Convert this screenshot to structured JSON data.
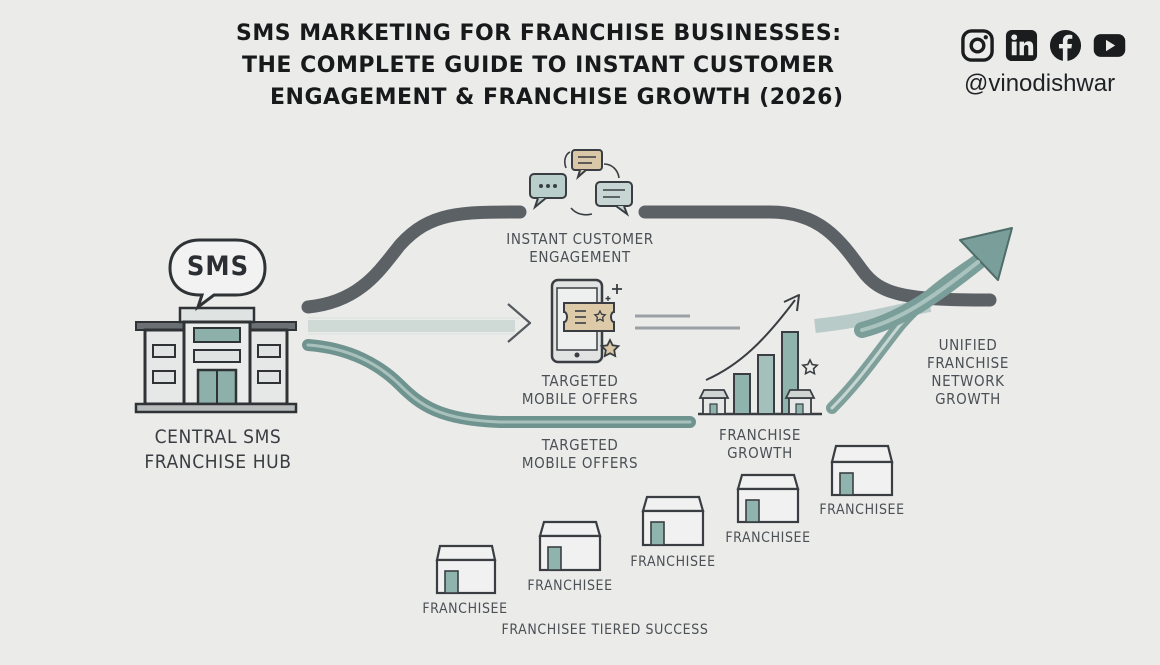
{
  "header": {
    "title_lines": [
      "SMS MARKETING FOR FRANCHISE BUSINESSES:",
      "THE COMPLETE GUIDE TO INSTANT CUSTOMER",
      "ENGAGEMENT & FRANCHISE GROWTH (2026)"
    ],
    "handle": "@vinodishwar",
    "social_icons": [
      "instagram-icon",
      "linkedin-icon",
      "facebook-icon",
      "youtube-icon"
    ]
  },
  "diagram": {
    "hub_bubble": "SMS",
    "hub_label": "CENTRAL SMS\nFRANCHISE HUB",
    "engagement_label": "INSTANT CUSTOMER\nENGAGEMENT",
    "offers_label_top": "TARGETED\nMOBILE OFFERS",
    "offers_label_bottom": "TARGETED\nMOBILE OFFERS",
    "growth_label": "FRANCHISE\nGROWTH",
    "network_label": "UNIFIED\nFRANCHISE\nNETWORK\nGROWTH",
    "franchisee_label": "FRANCHISEE",
    "tiered_label": "FRANCHISEE TIERED SUCCESS"
  },
  "colors": {
    "dark_path": "#5c6166",
    "teal_path": "#6f948f",
    "light_path": "#c9d6d3",
    "line": "#555a5f",
    "accent_fill": "#6d9b94"
  }
}
